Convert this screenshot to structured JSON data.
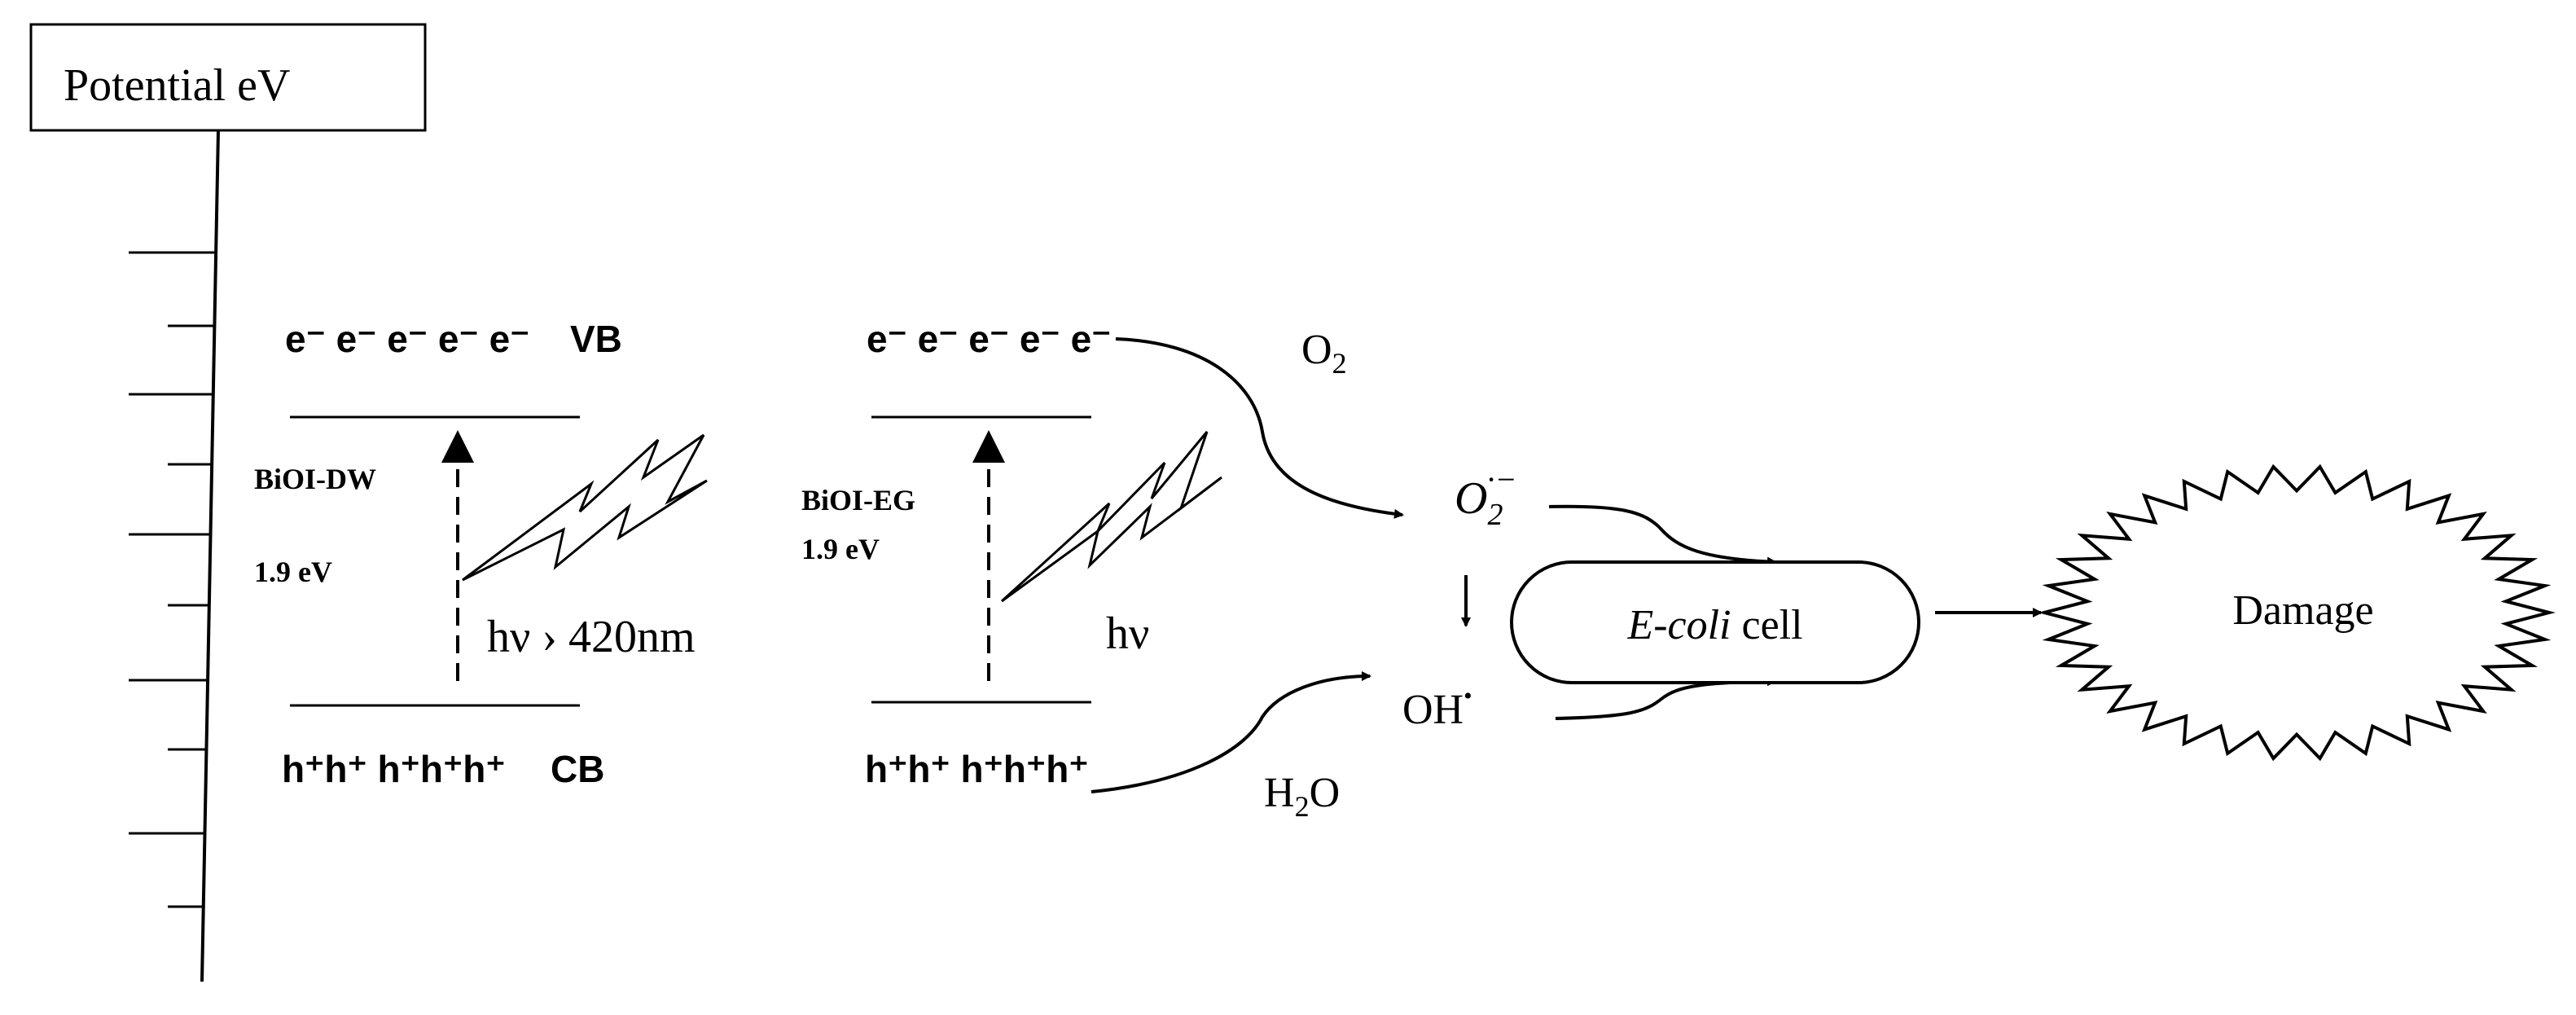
{
  "axis": {
    "title": "Potential eV"
  },
  "left_panel": {
    "electrons": "e⁻ e⁻ e⁻ e⁻ e⁻",
    "vb_label": "VB",
    "material": "BiOI-DW",
    "bandgap": "1.9 eV",
    "excitation": "hν › 420nm",
    "holes": "h⁺h⁺ h⁺h⁺h⁺",
    "cb_label": "CB"
  },
  "right_panel": {
    "electrons": "e⁻ e⁻ e⁻ e⁻ e⁻",
    "material": "BiOI-EG",
    "bandgap": "1.9 eV",
    "excitation": "hν",
    "holes": "h⁺h⁺ h⁺h⁺h⁺"
  },
  "species": {
    "oxygen": "O",
    "oxygen_sub": "2",
    "water_h": "H",
    "water_sub": "2",
    "water_o": "O",
    "superoxide": "O",
    "superoxide_sub": "2",
    "superoxide_sup": "·−",
    "hydroxyl": "OH",
    "hydroxyl_sup": "•"
  },
  "target": {
    "cell_italic": "E-coli",
    "cell_rest": " cell"
  },
  "outcome": {
    "label": "Damage"
  }
}
